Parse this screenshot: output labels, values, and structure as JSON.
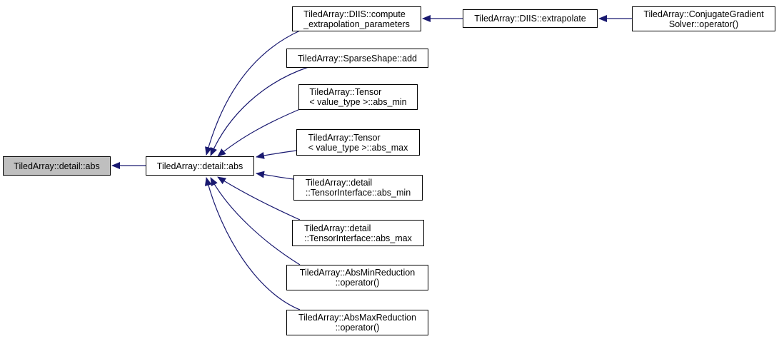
{
  "diagram": {
    "type": "doxygen-caller-graph",
    "edge_color": "#191970",
    "current_node_fill": "#bfbfbf",
    "nodes": [
      {
        "id": "n0",
        "label": "TiledArray::detail::abs",
        "current": true
      },
      {
        "id": "n1",
        "label": "TiledArray::detail::abs"
      },
      {
        "id": "n2",
        "label": "TiledArray::DIIS::compute\n_extrapolation_parameters"
      },
      {
        "id": "n3",
        "label": "TiledArray::SparseShape::add"
      },
      {
        "id": "n4",
        "label": "TiledArray::Tensor\n< value_type >::abs_min"
      },
      {
        "id": "n5",
        "label": "TiledArray::Tensor\n< value_type >::abs_max"
      },
      {
        "id": "n6",
        "label": "TiledArray::detail\n::TensorInterface::abs_min"
      },
      {
        "id": "n7",
        "label": "TiledArray::detail\n::TensorInterface::abs_max"
      },
      {
        "id": "n8",
        "label": "TiledArray::AbsMinReduction\n::operator()"
      },
      {
        "id": "n9",
        "label": "TiledArray::AbsMaxReduction\n::operator()"
      },
      {
        "id": "n10",
        "label": "TiledArray::DIIS::extrapolate"
      },
      {
        "id": "n11",
        "label": "TiledArray::ConjugateGradient\nSolver::operator()"
      }
    ],
    "edges": [
      {
        "from": "n1",
        "to": "n0"
      },
      {
        "from": "n2",
        "to": "n1"
      },
      {
        "from": "n3",
        "to": "n1"
      },
      {
        "from": "n4",
        "to": "n1"
      },
      {
        "from": "n5",
        "to": "n1"
      },
      {
        "from": "n6",
        "to": "n1"
      },
      {
        "from": "n7",
        "to": "n1"
      },
      {
        "from": "n8",
        "to": "n1"
      },
      {
        "from": "n9",
        "to": "n1"
      },
      {
        "from": "n10",
        "to": "n2"
      },
      {
        "from": "n11",
        "to": "n10"
      }
    ]
  }
}
